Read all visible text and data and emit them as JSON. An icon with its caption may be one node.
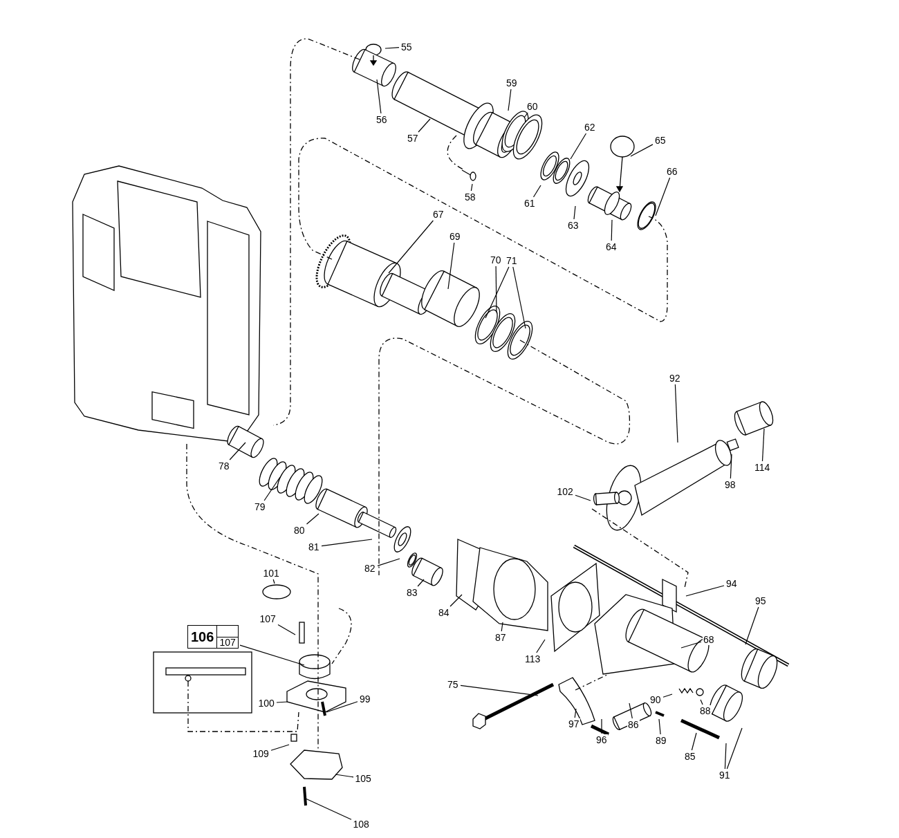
{
  "diagram": {
    "nodes": [
      {
        "text": [
          "55"
        ]
      },
      {
        "text": [
          "56"
        ]
      },
      {
        "text": [
          "59"
        ]
      },
      {
        "text": [
          "60"
        ]
      },
      {
        "text": [
          "57"
        ]
      },
      {
        "text": [
          "62"
        ]
      },
      {
        "text": [
          "65"
        ]
      },
      {
        "text": [
          "66"
        ]
      },
      {
        "text": [
          "61"
        ]
      },
      {
        "text": [
          "58"
        ]
      },
      {
        "text": [
          "63"
        ]
      },
      {
        "text": [
          "64"
        ]
      },
      {
        "text": [
          "67"
        ]
      },
      {
        "text": [
          "69"
        ]
      },
      {
        "text": [
          "70"
        ]
      },
      {
        "text": [
          "71"
        ]
      },
      {
        "text": [
          "92"
        ]
      },
      {
        "text": [
          "114"
        ]
      },
      {
        "text": [
          "98"
        ]
      },
      {
        "text": [
          "78"
        ]
      },
      {
        "text": [
          "102"
        ]
      },
      {
        "text": [
          "79"
        ]
      },
      {
        "text": [
          "80"
        ]
      },
      {
        "text": [
          "81"
        ]
      },
      {
        "text": [
          "82"
        ]
      },
      {
        "text": [
          "101"
        ]
      },
      {
        "text": [
          "83"
        ]
      },
      {
        "text": [
          "94"
        ]
      },
      {
        "text": [
          "95"
        ]
      },
      {
        "text": [
          "84"
        ]
      },
      {
        "text": [
          "87"
        ]
      },
      {
        "text": [
          "107"
        ]
      },
      {
        "text": [
          "106",
          "107"
        ]
      },
      {
        "text": [
          "113"
        ]
      },
      {
        "text": [
          "68"
        ]
      },
      {
        "text": [
          "75"
        ]
      },
      {
        "text": [
          "100"
        ]
      },
      {
        "text": [
          "90"
        ]
      },
      {
        "text": [
          "88"
        ]
      },
      {
        "text": [
          "99"
        ]
      },
      {
        "text": [
          "97"
        ]
      },
      {
        "text": [
          "86"
        ]
      },
      {
        "text": [
          "109"
        ]
      },
      {
        "text": [
          "96"
        ]
      },
      {
        "text": [
          "89"
        ]
      },
      {
        "text": [
          "105"
        ]
      },
      {
        "text": [
          "85"
        ]
      },
      {
        "text": [
          "91"
        ]
      },
      {
        "text": [
          "108"
        ]
      }
    ],
    "edges": [
      {
        "from": 0,
        "to": null,
        "arrow": "none"
      },
      {
        "from": 1,
        "to": null,
        "arrow": "none"
      },
      {
        "from": 2,
        "to": null,
        "arrow": "none"
      },
      {
        "from": 3,
        "to": null,
        "arrow": "none"
      },
      {
        "from": 4,
        "to": null,
        "arrow": "none"
      },
      {
        "from": 5,
        "to": null,
        "arrow": "none"
      },
      {
        "from": 6,
        "to": null,
        "arrow": "none"
      },
      {
        "from": 7,
        "to": null,
        "arrow": "none"
      },
      {
        "from": 8,
        "to": null,
        "arrow": "none"
      },
      {
        "from": 9,
        "to": null,
        "arrow": "none"
      },
      {
        "from": 10,
        "to": null,
        "arrow": "none"
      },
      {
        "from": 11,
        "to": null,
        "arrow": "none"
      },
      {
        "from": 12,
        "to": null,
        "arrow": "none"
      },
      {
        "from": 13,
        "to": null,
        "arrow": "none"
      },
      {
        "from": 14,
        "to": null,
        "arrow": "none"
      },
      {
        "from": 15,
        "to": null,
        "arrow": "none"
      },
      {
        "from": 15,
        "to": null,
        "arrow": "none"
      },
      {
        "from": 16,
        "to": null,
        "arrow": "none"
      },
      {
        "from": 17,
        "to": null,
        "arrow": "none"
      },
      {
        "from": 18,
        "to": null,
        "arrow": "none"
      },
      {
        "from": 19,
        "to": null,
        "arrow": "none"
      },
      {
        "from": 20,
        "to": null,
        "arrow": "none"
      },
      {
        "from": 21,
        "to": null,
        "arrow": "none"
      },
      {
        "from": 22,
        "to": null,
        "arrow": "none"
      },
      {
        "from": 23,
        "to": null,
        "arrow": "none"
      },
      {
        "from": 24,
        "to": null,
        "arrow": "none"
      },
      {
        "from": 25,
        "to": null,
        "arrow": "none"
      },
      {
        "from": 26,
        "to": null,
        "arrow": "none"
      },
      {
        "from": 27,
        "to": null,
        "arrow": "none"
      },
      {
        "from": 28,
        "to": null,
        "arrow": "none"
      },
      {
        "from": 29,
        "to": null,
        "arrow": "none"
      },
      {
        "from": 30,
        "to": null,
        "arrow": "none"
      },
      {
        "from": 31,
        "to": null,
        "arrow": "none"
      },
      {
        "from": 32,
        "to": null,
        "arrow": "none"
      },
      {
        "from": 33,
        "to": null,
        "arrow": "none"
      },
      {
        "from": 34,
        "to": null,
        "arrow": "none"
      },
      {
        "from": 35,
        "to": null,
        "arrow": "none"
      },
      {
        "from": 36,
        "to": null,
        "arrow": "none"
      },
      {
        "from": 37,
        "to": null,
        "arrow": "none"
      },
      {
        "from": 38,
        "to": null,
        "arrow": "none"
      },
      {
        "from": 39,
        "to": null,
        "arrow": "none"
      },
      {
        "from": 40,
        "to": null,
        "arrow": "none"
      },
      {
        "from": 41,
        "to": null,
        "arrow": "none"
      },
      {
        "from": 42,
        "to": null,
        "arrow": "none"
      },
      {
        "from": 43,
        "to": null,
        "arrow": "none"
      },
      {
        "from": 44,
        "to": null,
        "arrow": "none"
      },
      {
        "from": 45,
        "to": null,
        "arrow": "none"
      },
      {
        "from": 46,
        "to": null,
        "arrow": "none"
      },
      {
        "from": 47,
        "to": null,
        "arrow": "none"
      },
      {
        "from": 47,
        "to": null,
        "arrow": "none"
      },
      {
        "from": 48,
        "to": null,
        "arrow": "none"
      }
    ]
  }
}
